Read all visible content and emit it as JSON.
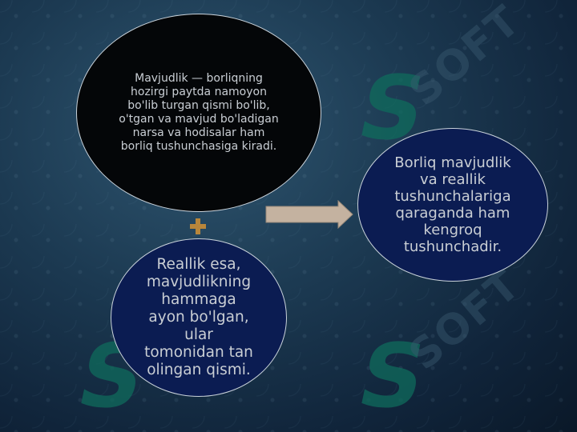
{
  "diagram": {
    "nodes": [
      {
        "id": "mavjudlik",
        "text": "Mavjudlik — borliqning hozirgi paytda namoyon bo'lib turgan qismi bo'lib, o'tgan va mavjud bo'ladigan narsa va hodisalar ham borliq tushunchasiga kiradi."
      },
      {
        "id": "reallik",
        "text": "Reallik esa, mavjudlikning hammaga ayon bo'lgan, ular tomonidan tan olingan qismi."
      },
      {
        "id": "borliq",
        "text": "Borliq mavjudlik va reallik tushunchalariga qaraganda ham kengroq tushunchadir."
      }
    ],
    "connectors": {
      "plus": "plus-icon",
      "arrow": "arrow-right-icon"
    },
    "colors": {
      "top_fill": "#040608",
      "blue_fill": "#0b1c52",
      "plus": "#b8863b",
      "arrow": "#c4b2a0",
      "text": "#c9ced4"
    }
  },
  "watermark": {
    "mark": "S",
    "word": "SOFT"
  }
}
